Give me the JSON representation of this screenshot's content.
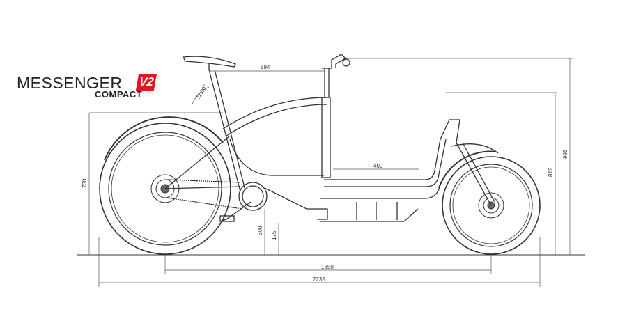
{
  "logo": {
    "name": "MESSENGER",
    "badge": "V2",
    "subtitle": "COMPACT",
    "badge_color": "#e3171b"
  },
  "dimensions": {
    "saddle_to_handlebar": "594",
    "seat_angle": "72.00°",
    "cargo_length": "400",
    "seat_height": "730",
    "step_through_height": "300",
    "ground_clearance": "175",
    "front_height": "812",
    "handlebar_height": "995",
    "wheelbase": "1650",
    "total_length": "2235"
  }
}
